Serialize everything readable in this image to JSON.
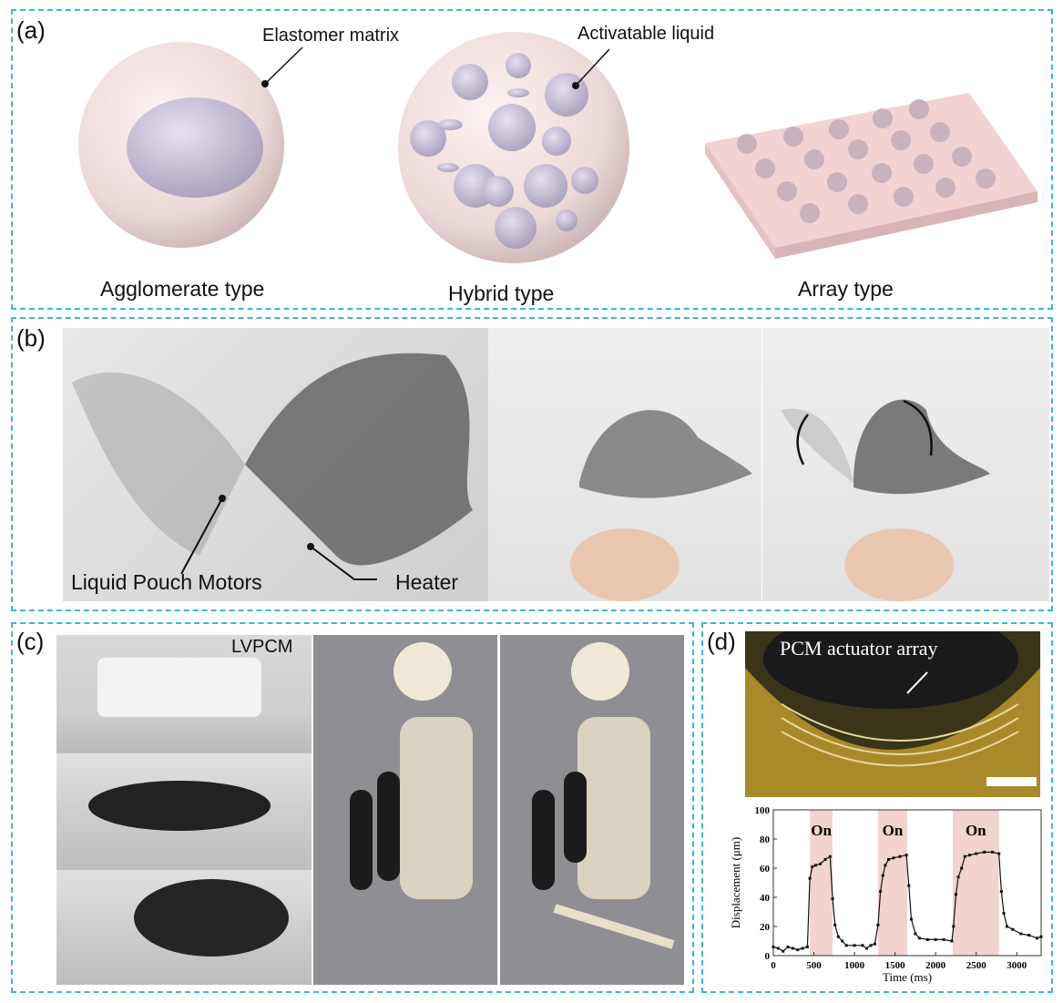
{
  "panel_a": {
    "label": "(a)",
    "captions": [
      "Agglomerate type",
      "Hybrid type",
      "Array type"
    ],
    "annotations": {
      "elastomer": "Elastomer matrix",
      "liquid": "Activatable liquid"
    }
  },
  "panel_b": {
    "label": "(b)",
    "annotations": {
      "motors": "Liquid Pouch Motors",
      "heater": "Heater"
    }
  },
  "panel_c": {
    "label": "(c)",
    "annotations": {
      "lvpcm": "LVPCM"
    }
  },
  "panel_d": {
    "label": "(d)",
    "annotations": {
      "array": "PCM actuator array"
    }
  },
  "colors": {
    "border": "#3bb5d8",
    "on_region": "#f2d3cf"
  },
  "chart_data": {
    "type": "line",
    "xlabel": "Time (ms)",
    "ylabel": "Displacement (μm)",
    "xlim": [
      0,
      3300
    ],
    "ylim": [
      0,
      100
    ],
    "xticks": [
      0,
      500,
      1000,
      1500,
      2000,
      2500,
      3000
    ],
    "yticks": [
      0,
      20,
      40,
      60,
      80,
      100
    ],
    "on_regions": [
      {
        "start": 450,
        "end": 730,
        "label": "On"
      },
      {
        "start": 1290,
        "end": 1650,
        "label": "On"
      },
      {
        "start": 2210,
        "end": 2780,
        "label": "On"
      }
    ],
    "x": [
      0,
      60,
      120,
      180,
      240,
      300,
      360,
      420,
      450,
      480,
      520,
      580,
      640,
      700,
      730,
      760,
      800,
      850,
      900,
      1000,
      1100,
      1150,
      1200,
      1250,
      1290,
      1320,
      1350,
      1380,
      1420,
      1480,
      1560,
      1640,
      1670,
      1700,
      1750,
      1800,
      1900,
      2000,
      2100,
      2200,
      2220,
      2250,
      2280,
      2320,
      2360,
      2420,
      2500,
      2600,
      2700,
      2780,
      2810,
      2840,
      2880,
      2950,
      3050,
      3150,
      3250,
      3300
    ],
    "y": [
      6,
      5,
      3,
      6,
      5,
      4,
      5,
      6,
      53,
      61,
      62,
      63,
      66,
      68,
      39,
      21,
      13,
      10,
      7,
      7,
      7,
      5,
      7,
      8,
      21,
      44,
      55,
      62,
      66,
      67,
      68,
      69,
      48,
      25,
      15,
      12,
      11,
      11,
      11,
      10,
      20,
      42,
      54,
      60,
      68,
      69,
      70,
      71,
      71,
      70,
      44,
      29,
      20,
      18,
      15,
      14,
      12,
      13
    ]
  }
}
